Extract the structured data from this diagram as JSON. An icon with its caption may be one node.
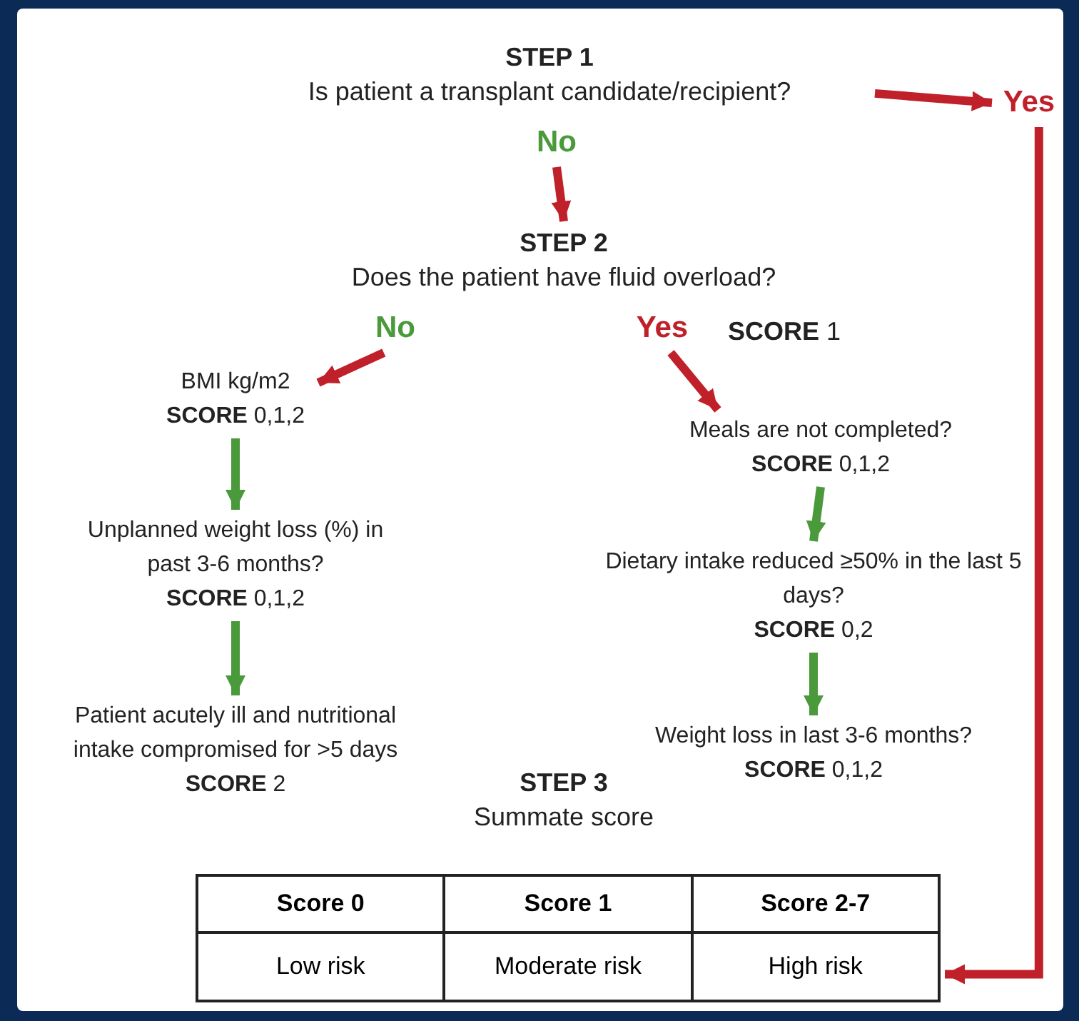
{
  "diagram": {
    "nodes": [
      {
        "text": [
          "STEP 1",
          "Is patient a transplant candidate/recipient?"
        ]
      },
      {
        "text": [
          "Yes"
        ]
      },
      {
        "text": [
          "No"
        ]
      },
      {
        "text": [
          "STEP 2",
          "Does the patient have fluid overload?"
        ]
      },
      {
        "text": [
          "No"
        ]
      },
      {
        "text": [
          "Yes"
        ],
        "beside": [
          "**SCORE** 1"
        ]
      },
      {
        "text": [
          "BMI kg/m2",
          "**SCORE** 0,1,2"
        ]
      },
      {
        "text": [
          "Unplanned weight loss (%) in past 3-6 months?",
          "**SCORE** 0,1,2"
        ]
      },
      {
        "text": [
          "Patient acutely ill and nutritional intake compromised for >5 days",
          "**SCORE** 2"
        ]
      },
      {
        "text": [
          "Meals are not completed?",
          "**SCORE** 0,1,2"
        ]
      },
      {
        "text": [
          "Dietary intake reduced ≥50% in the last 5 days?",
          "**SCORE** 0,2"
        ]
      },
      {
        "text": [
          "Weight loss in last 3-6 months?",
          "**SCORE** 0,1,2"
        ]
      },
      {
        "text": [
          "STEP 3",
          "Summate score"
        ]
      },
      {
        "text": [
          "Score 0",
          "Score 1",
          "Score 2-7",
          "Low risk",
          "Moderate risk",
          "High risk"
        ]
      }
    ],
    "edges": [
      {
        "from": 0,
        "to": 1,
        "arrow": "to"
      },
      {
        "from": 2,
        "to": 3,
        "arrow": "to"
      },
      {
        "from": 4,
        "to": 6,
        "arrow": "to"
      },
      {
        "from": 5,
        "to": 9,
        "arrow": "to"
      },
      {
        "from": 6,
        "to": 7,
        "arrow": "to",
        "color": "#4a9a3c"
      },
      {
        "from": 7,
        "to": 8,
        "arrow": "to",
        "color": "#4a9a3c"
      },
      {
        "from": 9,
        "to": 10,
        "arrow": "to",
        "color": "#4a9a3c"
      },
      {
        "from": 10,
        "to": 11,
        "arrow": "to",
        "color": "#4a9a3c"
      },
      {
        "from": 1,
        "to": 13,
        "arrow": "to"
      }
    ]
  }
}
